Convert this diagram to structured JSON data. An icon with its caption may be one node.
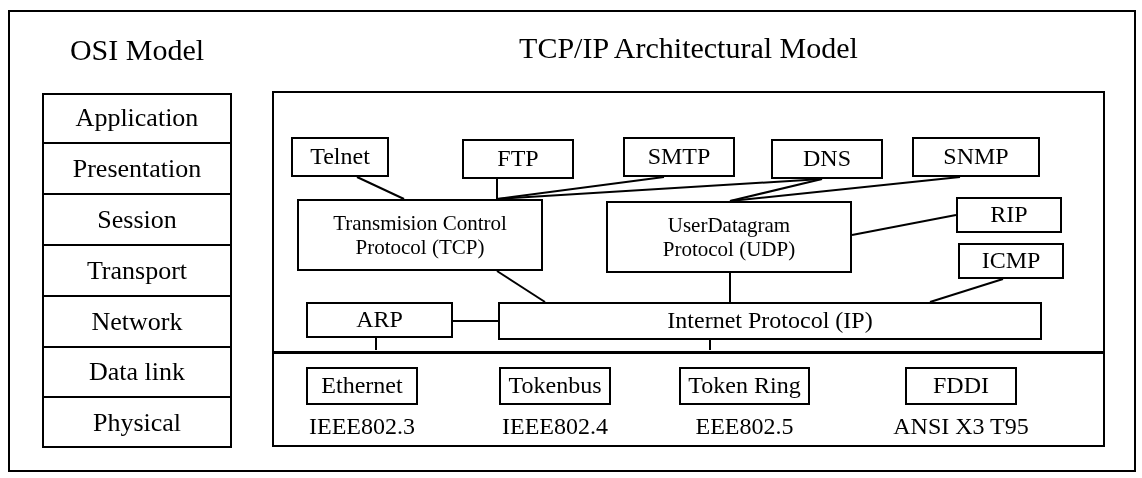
{
  "diagram": {
    "nodes": [
      {
        "text": [
          "OSI Model"
        ]
      },
      {
        "text": [
          "Application"
        ],
        "in": 0
      },
      {
        "text": [
          "Presentation"
        ],
        "in": 0
      },
      {
        "text": [
          "Session"
        ],
        "in": 0
      },
      {
        "text": [
          "Transport"
        ],
        "in": 0
      },
      {
        "text": [
          "Network"
        ],
        "in": 0
      },
      {
        "text": [
          "Data link"
        ],
        "in": 0
      },
      {
        "text": [
          "Physical"
        ],
        "in": 0
      },
      {
        "text": [
          "TCP/IP Architectural Model"
        ]
      },
      {
        "text": [
          "Telnet"
        ],
        "in": 8
      },
      {
        "text": [
          "FTP"
        ],
        "in": 8
      },
      {
        "text": [
          "SMTP"
        ],
        "in": 8
      },
      {
        "text": [
          "DNS"
        ],
        "in": 8
      },
      {
        "text": [
          "SNMP"
        ],
        "in": 8
      },
      {
        "text": [
          "Transmision Control Protocol (TCP)"
        ],
        "in": 8
      },
      {
        "text": [
          "UserDatagram Protocol (UDP)"
        ],
        "in": 8
      },
      {
        "text": [
          "RIP"
        ],
        "in": 8
      },
      {
        "text": [
          "ICMP"
        ],
        "in": 8
      },
      {
        "text": [
          "ARP"
        ],
        "in": 8
      },
      {
        "text": [
          "Internet Protocol (IP)"
        ],
        "in": 8
      },
      {
        "text": [],
        "shape": "box",
        "in": 8
      },
      {
        "text": [
          "Ethernet"
        ],
        "beside": [
          "IEEE802.3"
        ],
        "in": 20
      },
      {
        "text": [
          "Tokenbus"
        ],
        "beside": [
          "IEEE802.4"
        ],
        "in": 20
      },
      {
        "text": [
          "Token Ring"
        ],
        "beside": [
          "EEE802.5"
        ],
        "in": 20
      },
      {
        "text": [
          "FDDI"
        ],
        "beside": [
          "ANSI X3 T95"
        ],
        "in": 20
      }
    ],
    "edges": [
      {
        "from": 9,
        "to": 14,
        "arrow": "none"
      },
      {
        "from": 10,
        "to": 14,
        "arrow": "none"
      },
      {
        "from": 11,
        "to": 14,
        "arrow": "none"
      },
      {
        "from": 12,
        "to": 14,
        "arrow": "none"
      },
      {
        "from": 12,
        "to": 15,
        "arrow": "none"
      },
      {
        "from": 13,
        "to": 15,
        "arrow": "none"
      },
      {
        "from": 15,
        "to": 16,
        "arrow": "none"
      },
      {
        "from": 14,
        "to": 19,
        "arrow": "none"
      },
      {
        "from": 15,
        "to": 19,
        "arrow": "none"
      },
      {
        "from": 17,
        "to": 19,
        "arrow": "none"
      },
      {
        "from": 18,
        "to": 19,
        "arrow": "none"
      },
      {
        "from": 18,
        "to": 20,
        "arrow": "none"
      },
      {
        "from": 19,
        "to": 20,
        "arrow": "none"
      }
    ]
  }
}
